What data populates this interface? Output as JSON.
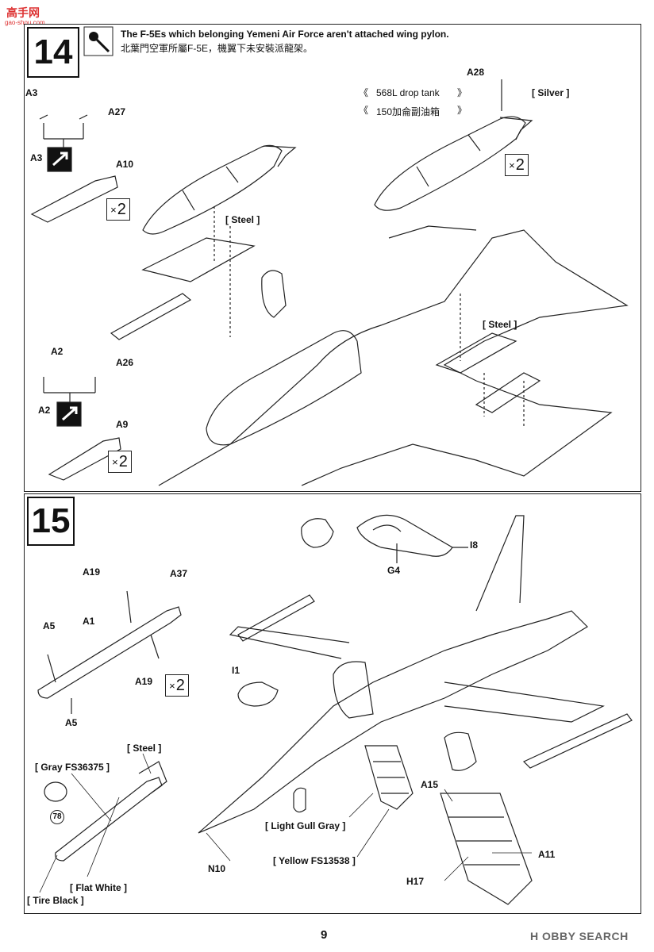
{
  "watermark": {
    "site": "高手网",
    "url": "gao-shou.com"
  },
  "step14": {
    "number": "14",
    "note_en": "The F-5Es which belonging Yemeni Air Force aren't attached wing pylon.",
    "note_zh": "北葉門空軍所屬F-5E，機翼下未安裝派龍架。",
    "tank_en": "568L drop tank",
    "tank_zh": "150加侖副油箱",
    "tank_bracket_l": "《",
    "tank_bracket_r": "》",
    "labels": {
      "a28": "A28",
      "silver": "[ Silver ]",
      "a3_top": "A3",
      "a27": "A27",
      "a3_mid": "A3",
      "a10": "A10",
      "steel_1": "[ Steel ]",
      "steel_2": "[ Steel ]",
      "a2_top": "A2",
      "a26": "A26",
      "a2_mid": "A2",
      "a9": "A9"
    },
    "mult": {
      "a": "2",
      "b": "2",
      "c": "2"
    }
  },
  "step15": {
    "number": "15",
    "labels": {
      "i8": "I8",
      "g4": "G4",
      "a19_top": "A19",
      "a37": "A37",
      "a1": "A1",
      "a5_top": "A5",
      "a19_bot": "A19",
      "a5_bot": "A5",
      "i1": "I1",
      "steel": "[ Steel ]",
      "gray": "[ Gray FS36375 ]",
      "part78": "78",
      "light_gull": "[ Light Gull Gray ]",
      "yellow": "[ Yellow FS13538 ]",
      "n10": "N10",
      "a15": "A15",
      "a11": "A11",
      "h17": "H17",
      "flat_white": "[ Flat White ]",
      "tire_black": "[ Tire Black ]"
    },
    "mult": {
      "a": "2"
    }
  },
  "footer": {
    "page": "9",
    "brand": "H OBBY SEARCH"
  }
}
